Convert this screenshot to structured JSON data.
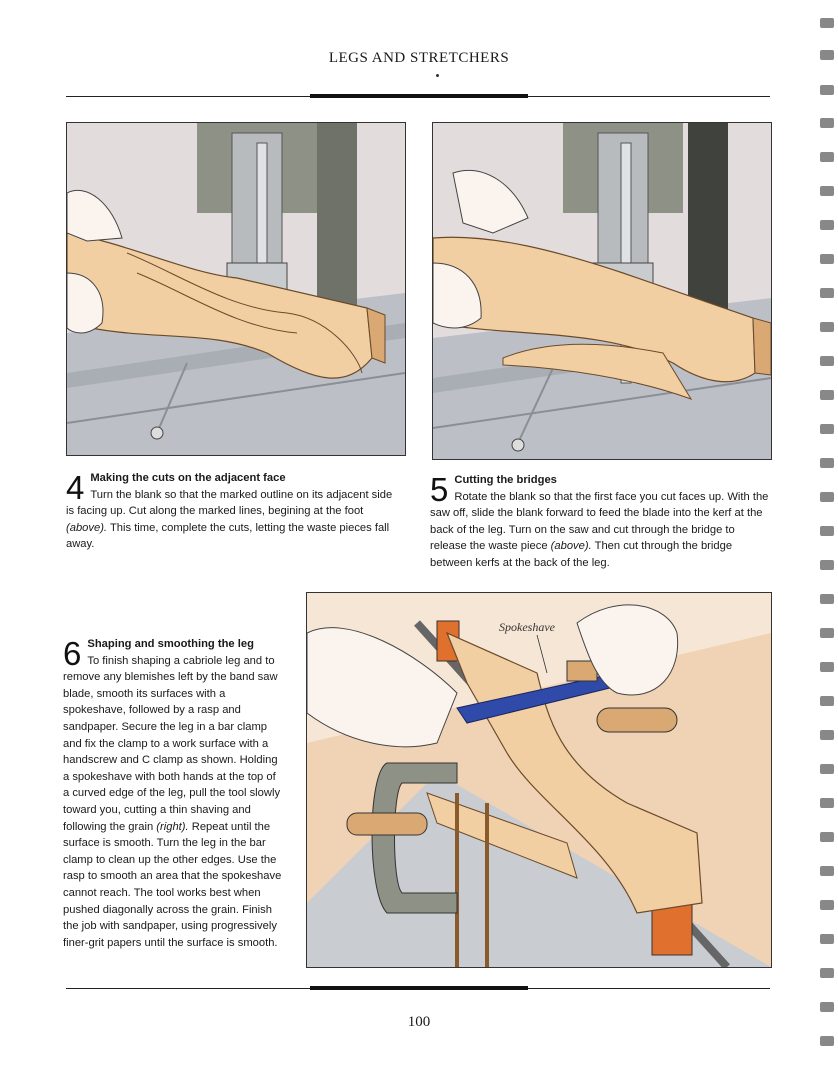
{
  "header": {
    "title": "LEGS AND STRETCHERS"
  },
  "steps": [
    {
      "number": "4",
      "heading": "Making the cuts on the adjacent face",
      "body_before": "Turn the blank so that the marked outline on its adjacent side is facing up. Cut along the marked lines, begining at the foot ",
      "emph": "(above).",
      "body_after": " This time, complete the cuts, letting the waste pieces fall away."
    },
    {
      "number": "5",
      "heading": "Cutting the bridges",
      "body_before": "Rotate the blank so that the first face you cut faces up. With the saw off, slide the blank forward to feed the blade into the kerf at the back of the leg. Turn on the saw and cut through the bridge to release the waste piece ",
      "emph": "(above).",
      "body_after": " Then cut through the bridge between kerfs at the back of the leg."
    },
    {
      "number": "6",
      "heading": "Shaping and smoothing the leg",
      "body_before": "To finish shaping a cabriole leg and to remove any blemishes left by the band saw blade, smooth its surfaces with a spokeshave, followed by a rasp and sandpaper. Secure the leg in a bar clamp and fix the clamp to a work surface with a handscrew and C clamp as shown. Holding a spokeshave with both hands at the top of a curved edge of the leg, pull the tool slowly toward you, cutting a thin shaving and following the grain ",
      "emph": "(right).",
      "body_after": " Repeat until the surface is smooth. Turn the leg in the bar clamp to clean up the other edges. Use the rasp to smooth an area that the spokeshave cannot reach. The tool works best when pushed diagonally across the grain. Finish the job with sandpaper, using progressively finer-grit papers until the surface is smooth."
    }
  ],
  "figures": {
    "fig3_label": "Spokeshave"
  },
  "page_number": "100",
  "colors": {
    "wood": "#f1cfa3",
    "wood_dark": "#d9a873",
    "table_gray": "#bcc0c6",
    "machine_gray": "#8e9186",
    "clamp_orange": "#e0702e",
    "clamp_blue": "#2f4aa8"
  }
}
